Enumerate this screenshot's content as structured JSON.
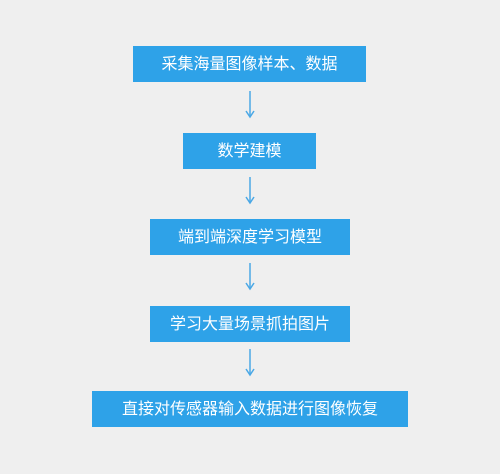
{
  "colors": {
    "background": "#efefef",
    "box_fill": "#2ea2e8",
    "arrow": "#4aa8e6",
    "text": "#ffffff"
  },
  "steps": [
    {
      "label": "采集海量图像样本、数据"
    },
    {
      "label": "数学建模"
    },
    {
      "label": "端到端深度学习模型"
    },
    {
      "label": "学习大量场景抓拍图片"
    },
    {
      "label": "直接对传感器输入数据进行图像恢复"
    }
  ]
}
